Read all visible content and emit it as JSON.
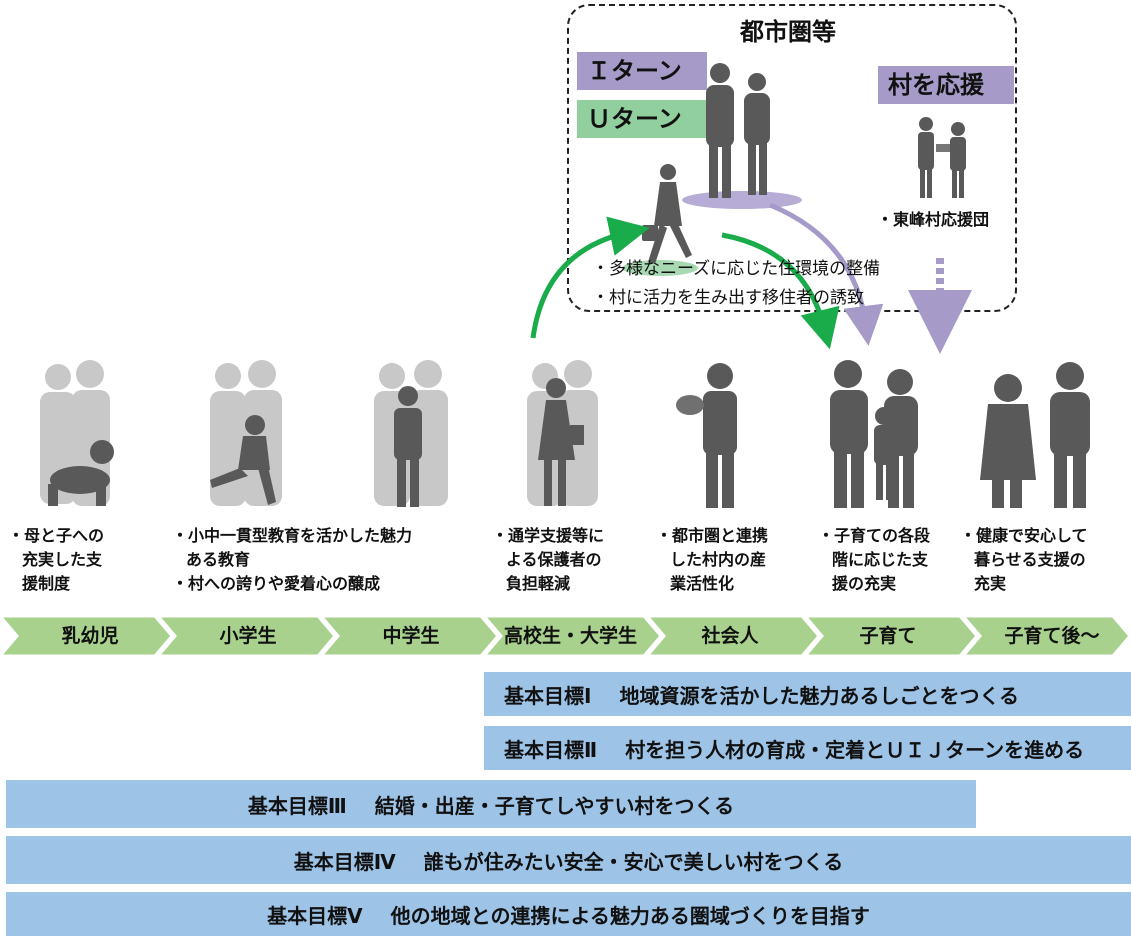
{
  "urban": {
    "title": "都市圏等",
    "i_turn": "Ｉターン",
    "u_turn": "Ｕターン",
    "support": "村を応援",
    "support_group": "・東峰村応援団",
    "measures": [
      "・多様なニーズに応じた住環境の整備",
      "・村に活力を生み出す移住者の誘致"
    ]
  },
  "stages": [
    "乳幼児",
    "小学生",
    "中学生",
    "高校生・大学生",
    "社会人",
    "子育て",
    "子育て後～"
  ],
  "descriptions": [
    {
      "items": [
        "・母と子への\n充実した支\n援制度"
      ]
    },
    {
      "items": [
        "・小中一貫型教育を活かした魅力\nある教育",
        "・村への誇りや愛着心の醸成"
      ]
    },
    {
      "items": [
        "・通学支援等に\nよる保護者の\n負担軽減"
      ]
    },
    {
      "items": [
        "・都市圏と連携\nした村内の産\n業活性化"
      ]
    },
    {
      "items": [
        "・子育ての各段\n階に応じた支\n援の充実"
      ]
    },
    {
      "items": [
        "・健康で安心して\n暮らせる支援の\n充実"
      ]
    }
  ],
  "goals": [
    {
      "num": "基本目標Ⅰ",
      "text": "地域資源を活かした魅力あるしごとをつくる"
    },
    {
      "num": "基本目標Ⅱ",
      "text": "村を担う人材の育成・定着とＵＩＪターンを進める"
    },
    {
      "num": "基本目標Ⅲ",
      "text": "結婚・出産・子育てしやすい村をつくる"
    },
    {
      "num": "基本目標Ⅳ",
      "text": "誰もが住みたい安全・安心で美しい村をつくる"
    },
    {
      "num": "基本目標Ⅴ",
      "text": "他の地域との連携による魅力ある圏域づくりを目指す"
    }
  ],
  "colors": {
    "stage_bar": "#a9d18e",
    "goal": "#9dc3e6",
    "i_turn": "#a69bc8",
    "u_turn": "#92cf9f",
    "arrow_green": "#1aab4a",
    "arrow_purple": "#a69bc8",
    "silhouette_dark": "#595959",
    "silhouette_light": "#c8c8c8"
  }
}
